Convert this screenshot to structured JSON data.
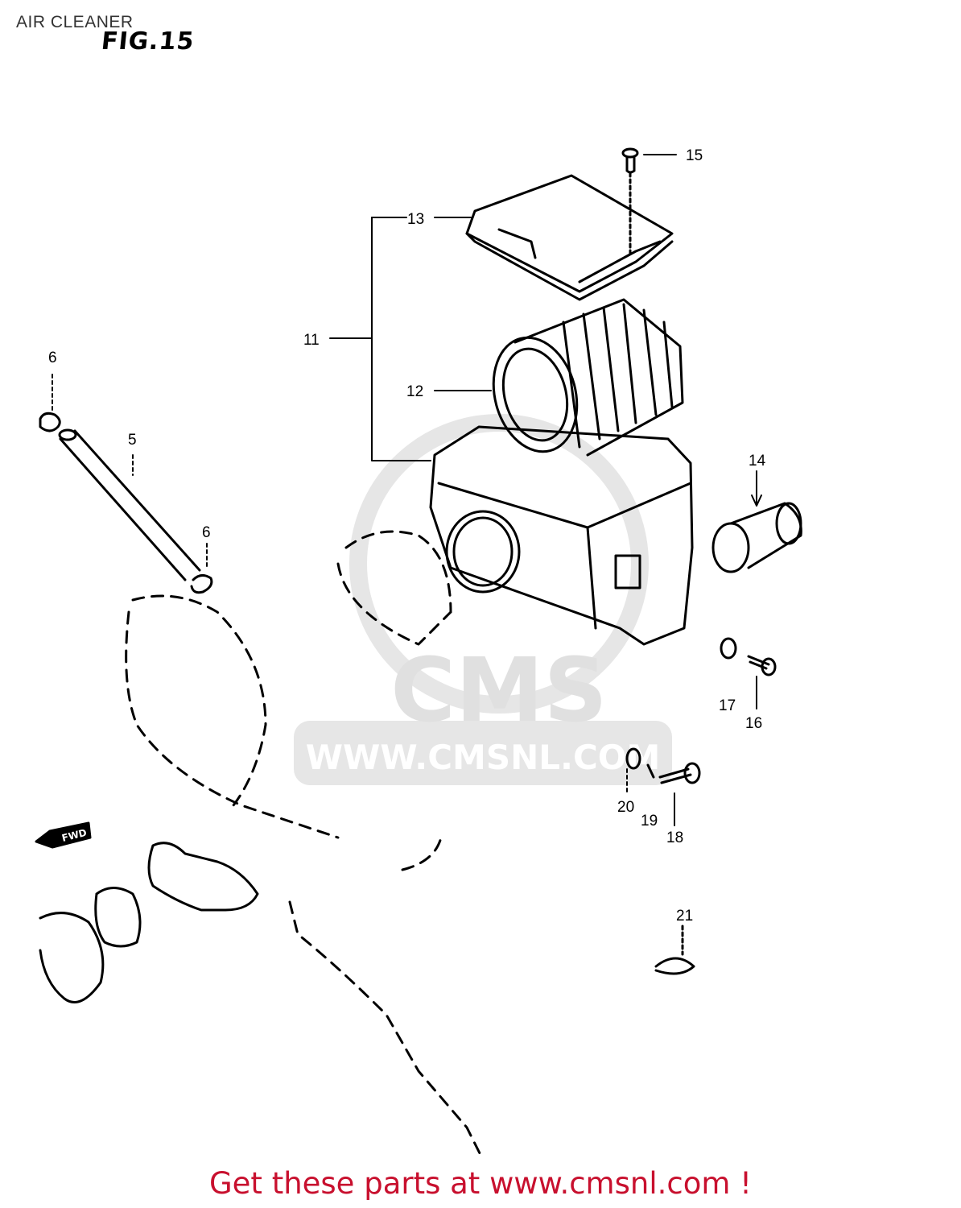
{
  "header": {
    "title": "AIR CLEANER",
    "fig": "FIG.15"
  },
  "callouts": [
    "15",
    "13",
    "11",
    "12",
    "6",
    "5",
    "6",
    "14",
    "17",
    "16",
    "20",
    "19",
    "18",
    "21"
  ],
  "watermark": {
    "logo": "CMS",
    "url": "WWW.CMSNL.COM"
  },
  "arrow_label": "FWD",
  "footer": {
    "text": "Get these parts at www.cmsnl.com !"
  },
  "colors": {
    "footer": "#c8102e",
    "watermark": "#e4e4e4"
  }
}
